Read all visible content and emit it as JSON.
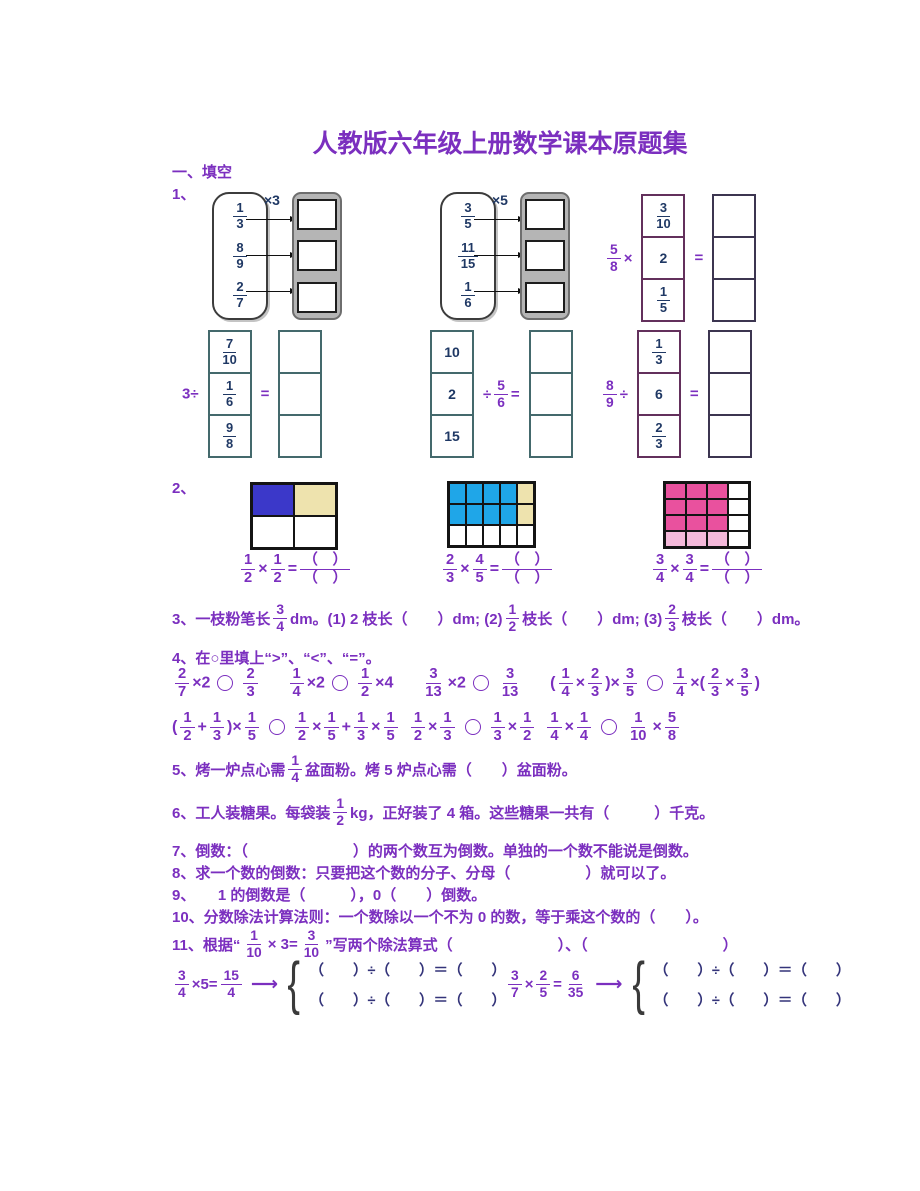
{
  "title": "人教版六年级上册数学课本原题集",
  "section1": "一、填空",
  "labels": {
    "q1": "1、",
    "q2": "2、",
    "brace": "{"
  },
  "palette": {
    "b": "#3b38c9",
    "t": "#eee3ae",
    "c": "#1fa6e8",
    "w": "#ffffff",
    "p": "#e9519e",
    "l": "#f4b9da"
  },
  "machines": [
    {
      "op": "×3",
      "fracs": [
        {
          "f": [
            "1",
            "3"
          ]
        },
        {
          "f": [
            "8",
            "9"
          ]
        },
        {
          "f": [
            "2",
            "7"
          ]
        }
      ]
    },
    {
      "op": "×5",
      "fracs": [
        {
          "f": [
            "3",
            "5"
          ]
        },
        {
          "f": [
            "11",
            "15"
          ]
        },
        {
          "f": [
            "1",
            "6"
          ]
        }
      ]
    }
  ],
  "stacks": [
    {
      "left": [
        {
          "f": [
            "5",
            "8"
          ]
        },
        {
          "t": "×"
        }
      ],
      "cells": [
        {
          "f": [
            "3",
            "10"
          ]
        },
        {
          "t": "2"
        },
        {
          "f": [
            "1",
            "5"
          ]
        }
      ],
      "mid": [
        {
          "t": "="
        }
      ],
      "result": [
        {
          "t": ""
        },
        {
          "t": ""
        },
        {
          "t": ""
        }
      ]
    },
    {
      "left": [
        {
          "t": "3÷"
        }
      ],
      "cells": [
        {
          "f": [
            "7",
            "10"
          ]
        },
        {
          "f": [
            "1",
            "6"
          ]
        },
        {
          "f": [
            "9",
            "8"
          ]
        }
      ],
      "mid": [
        {
          "t": "="
        }
      ],
      "result": [
        {
          "t": ""
        },
        {
          "t": ""
        },
        {
          "t": ""
        }
      ]
    },
    {
      "left": [],
      "cells": [
        {
          "t": "10"
        },
        {
          "t": "2"
        },
        {
          "t": "15"
        }
      ],
      "mid": [
        {
          "t": "÷"
        },
        {
          "f": [
            "5",
            "6"
          ]
        },
        {
          "t": "="
        }
      ],
      "result": [
        {
          "t": ""
        },
        {
          "t": ""
        },
        {
          "t": ""
        }
      ]
    },
    {
      "left": [
        {
          "f": [
            "8",
            "9"
          ]
        },
        {
          "t": "÷"
        }
      ],
      "cells": [
        {
          "f": [
            "1",
            "3"
          ]
        },
        {
          "t": "6"
        },
        {
          "f": [
            "2",
            "3"
          ]
        }
      ],
      "mid": [
        {
          "t": "="
        }
      ],
      "result": [
        {
          "t": ""
        },
        {
          "t": ""
        },
        {
          "t": ""
        }
      ]
    }
  ],
  "grids": [
    {
      "cellW": 42,
      "cellH": 32,
      "rows": [
        "bt",
        "ww"
      ]
    },
    {
      "cellW": 17,
      "cellH": 21,
      "rows": [
        "cccct",
        "cccct",
        "wwwww"
      ]
    },
    {
      "cellW": 21,
      "cellH": 16,
      "rows": [
        "pppw",
        "pppw",
        "pppw",
        "lllw"
      ]
    }
  ],
  "grid_eqs": [
    [
      {
        "f": [
          "1",
          "2"
        ]
      },
      {
        "t": "×"
      },
      {
        "f": [
          "1",
          "2"
        ]
      },
      {
        "t": "="
      },
      {
        "f": [
          "（　）",
          "（　）"
        ]
      }
    ],
    [
      {
        "f": [
          "2",
          "3"
        ]
      },
      {
        "t": "×"
      },
      {
        "f": [
          "4",
          "5"
        ]
      },
      {
        "t": "="
      },
      {
        "f": [
          "（　）",
          "（　）"
        ]
      }
    ],
    [
      {
        "f": [
          "3",
          "4"
        ]
      },
      {
        "t": "×"
      },
      {
        "f": [
          "3",
          "4"
        ]
      },
      {
        "t": "="
      },
      {
        "f": [
          "（　）",
          "（　）"
        ]
      }
    ]
  ],
  "q3": [
    {
      "t": "3、一枝粉笔长"
    },
    {
      "f": [
        "3",
        "4"
      ]
    },
    {
      "t": "dm。(1) 2 枝长（　　）dm; (2)"
    },
    {
      "f": [
        "1",
        "2"
      ]
    },
    {
      "t": "枝长（　　）dm; (3)"
    },
    {
      "f": [
        "2",
        "3"
      ]
    },
    {
      "t": "枝长（　　）dm。"
    }
  ],
  "q4_header": "4、在○里填上“>”、“<”、“=”。",
  "q4_line1": [
    [
      {
        "f": [
          "2",
          "7"
        ]
      },
      {
        "t": "×2"
      },
      {
        "o": 1
      },
      {
        "f": [
          "2",
          "3"
        ]
      }
    ],
    [
      {
        "f": [
          "1",
          "4"
        ]
      },
      {
        "t": "×2"
      },
      {
        "o": 1
      },
      {
        "f": [
          "1",
          "2"
        ]
      },
      {
        "t": "×4"
      }
    ],
    [
      {
        "f": [
          "3",
          "13"
        ]
      },
      {
        "t": "×2"
      },
      {
        "o": 1
      },
      {
        "f": [
          "3",
          "13"
        ]
      }
    ],
    [
      {
        "t": "("
      },
      {
        "f": [
          "1",
          "4"
        ]
      },
      {
        "t": "×"
      },
      {
        "f": [
          "2",
          "3"
        ]
      },
      {
        "t": ")×"
      },
      {
        "f": [
          "3",
          "5"
        ]
      },
      {
        "o": 1
      },
      {
        "f": [
          "1",
          "4"
        ]
      },
      {
        "t": "×("
      },
      {
        "f": [
          "2",
          "3"
        ]
      },
      {
        "t": "×"
      },
      {
        "f": [
          "3",
          "5"
        ]
      },
      {
        "t": ")"
      }
    ]
  ],
  "q4_line2": [
    [
      {
        "t": "("
      },
      {
        "f": [
          "1",
          "2"
        ]
      },
      {
        "t": "+"
      },
      {
        "f": [
          "1",
          "3"
        ]
      },
      {
        "t": ")×"
      },
      {
        "f": [
          "1",
          "5"
        ]
      },
      {
        "o": 1
      },
      {
        "f": [
          "1",
          "2"
        ]
      },
      {
        "t": "×"
      },
      {
        "f": [
          "1",
          "5"
        ]
      },
      {
        "t": "+"
      },
      {
        "f": [
          "1",
          "3"
        ]
      },
      {
        "t": "×"
      },
      {
        "f": [
          "1",
          "5"
        ]
      }
    ],
    [
      {
        "f": [
          "1",
          "2"
        ]
      },
      {
        "t": "×"
      },
      {
        "f": [
          "1",
          "3"
        ]
      },
      {
        "o": 1
      },
      {
        "f": [
          "1",
          "3"
        ]
      },
      {
        "t": "×"
      },
      {
        "f": [
          "1",
          "2"
        ]
      }
    ],
    [
      {
        "f": [
          "1",
          "4"
        ]
      },
      {
        "t": "×"
      },
      {
        "f": [
          "1",
          "4"
        ]
      },
      {
        "o": 1
      },
      {
        "f": [
          "1",
          "10"
        ]
      },
      {
        "t": "×"
      },
      {
        "f": [
          "5",
          "8"
        ]
      }
    ]
  ],
  "q5": [
    {
      "t": "5、烤一炉点心需"
    },
    {
      "f": [
        "1",
        "4"
      ]
    },
    {
      "t": "盆面粉。烤 5 炉点心需（　　）盆面粉。"
    }
  ],
  "q6": [
    {
      "t": "6、工人装糖果。每袋装"
    },
    {
      "f": [
        "1",
        "2"
      ]
    },
    {
      "t": "kg，正好装了 4 箱。这些糖果一共有（　　　）千克。"
    }
  ],
  "q7": "7、倒数：（　　　　　　　）的两个数互为倒数。单独的一个数不能说是倒数。",
  "q8": "8、求一个数的倒数：只要把这个数的分子、分母（　　　　　）就可以了。",
  "q9": "9、　　1 的倒数是（　　　），0（　　）倒数。",
  "q10": "10、分数除法计算法则：一个数除以一个不为 0 的数，等于乘这个数的（　　）。",
  "q11": [
    {
      "t": "11、根据“"
    },
    {
      "f": [
        "1",
        "10"
      ]
    },
    {
      "t": "× 3="
    },
    {
      "f": [
        "3",
        "10"
      ]
    },
    {
      "t": "”写两个除法算式（　　　　　　　）、（　　　　　　　　　）"
    }
  ],
  "derivs": [
    {
      "left": [
        {
          "f": [
            "3",
            "4"
          ]
        },
        {
          "t": "×5="
        },
        {
          "f": [
            "15",
            "4"
          ]
        }
      ],
      "rows": [
        "（　　）÷（　　）＝（　　）",
        "（　　）÷（　　）＝（　　）"
      ]
    },
    {
      "left": [
        {
          "f": [
            "3",
            "7"
          ]
        },
        {
          "t": "×"
        },
        {
          "f": [
            "2",
            "5"
          ]
        },
        {
          "t": "="
        },
        {
          "f": [
            "6",
            "35"
          ]
        }
      ],
      "rows": [
        "（　　）÷（　　）＝（　　）",
        "（　　）÷（　　）＝（　　）"
      ]
    }
  ],
  "arrow": "⟶"
}
